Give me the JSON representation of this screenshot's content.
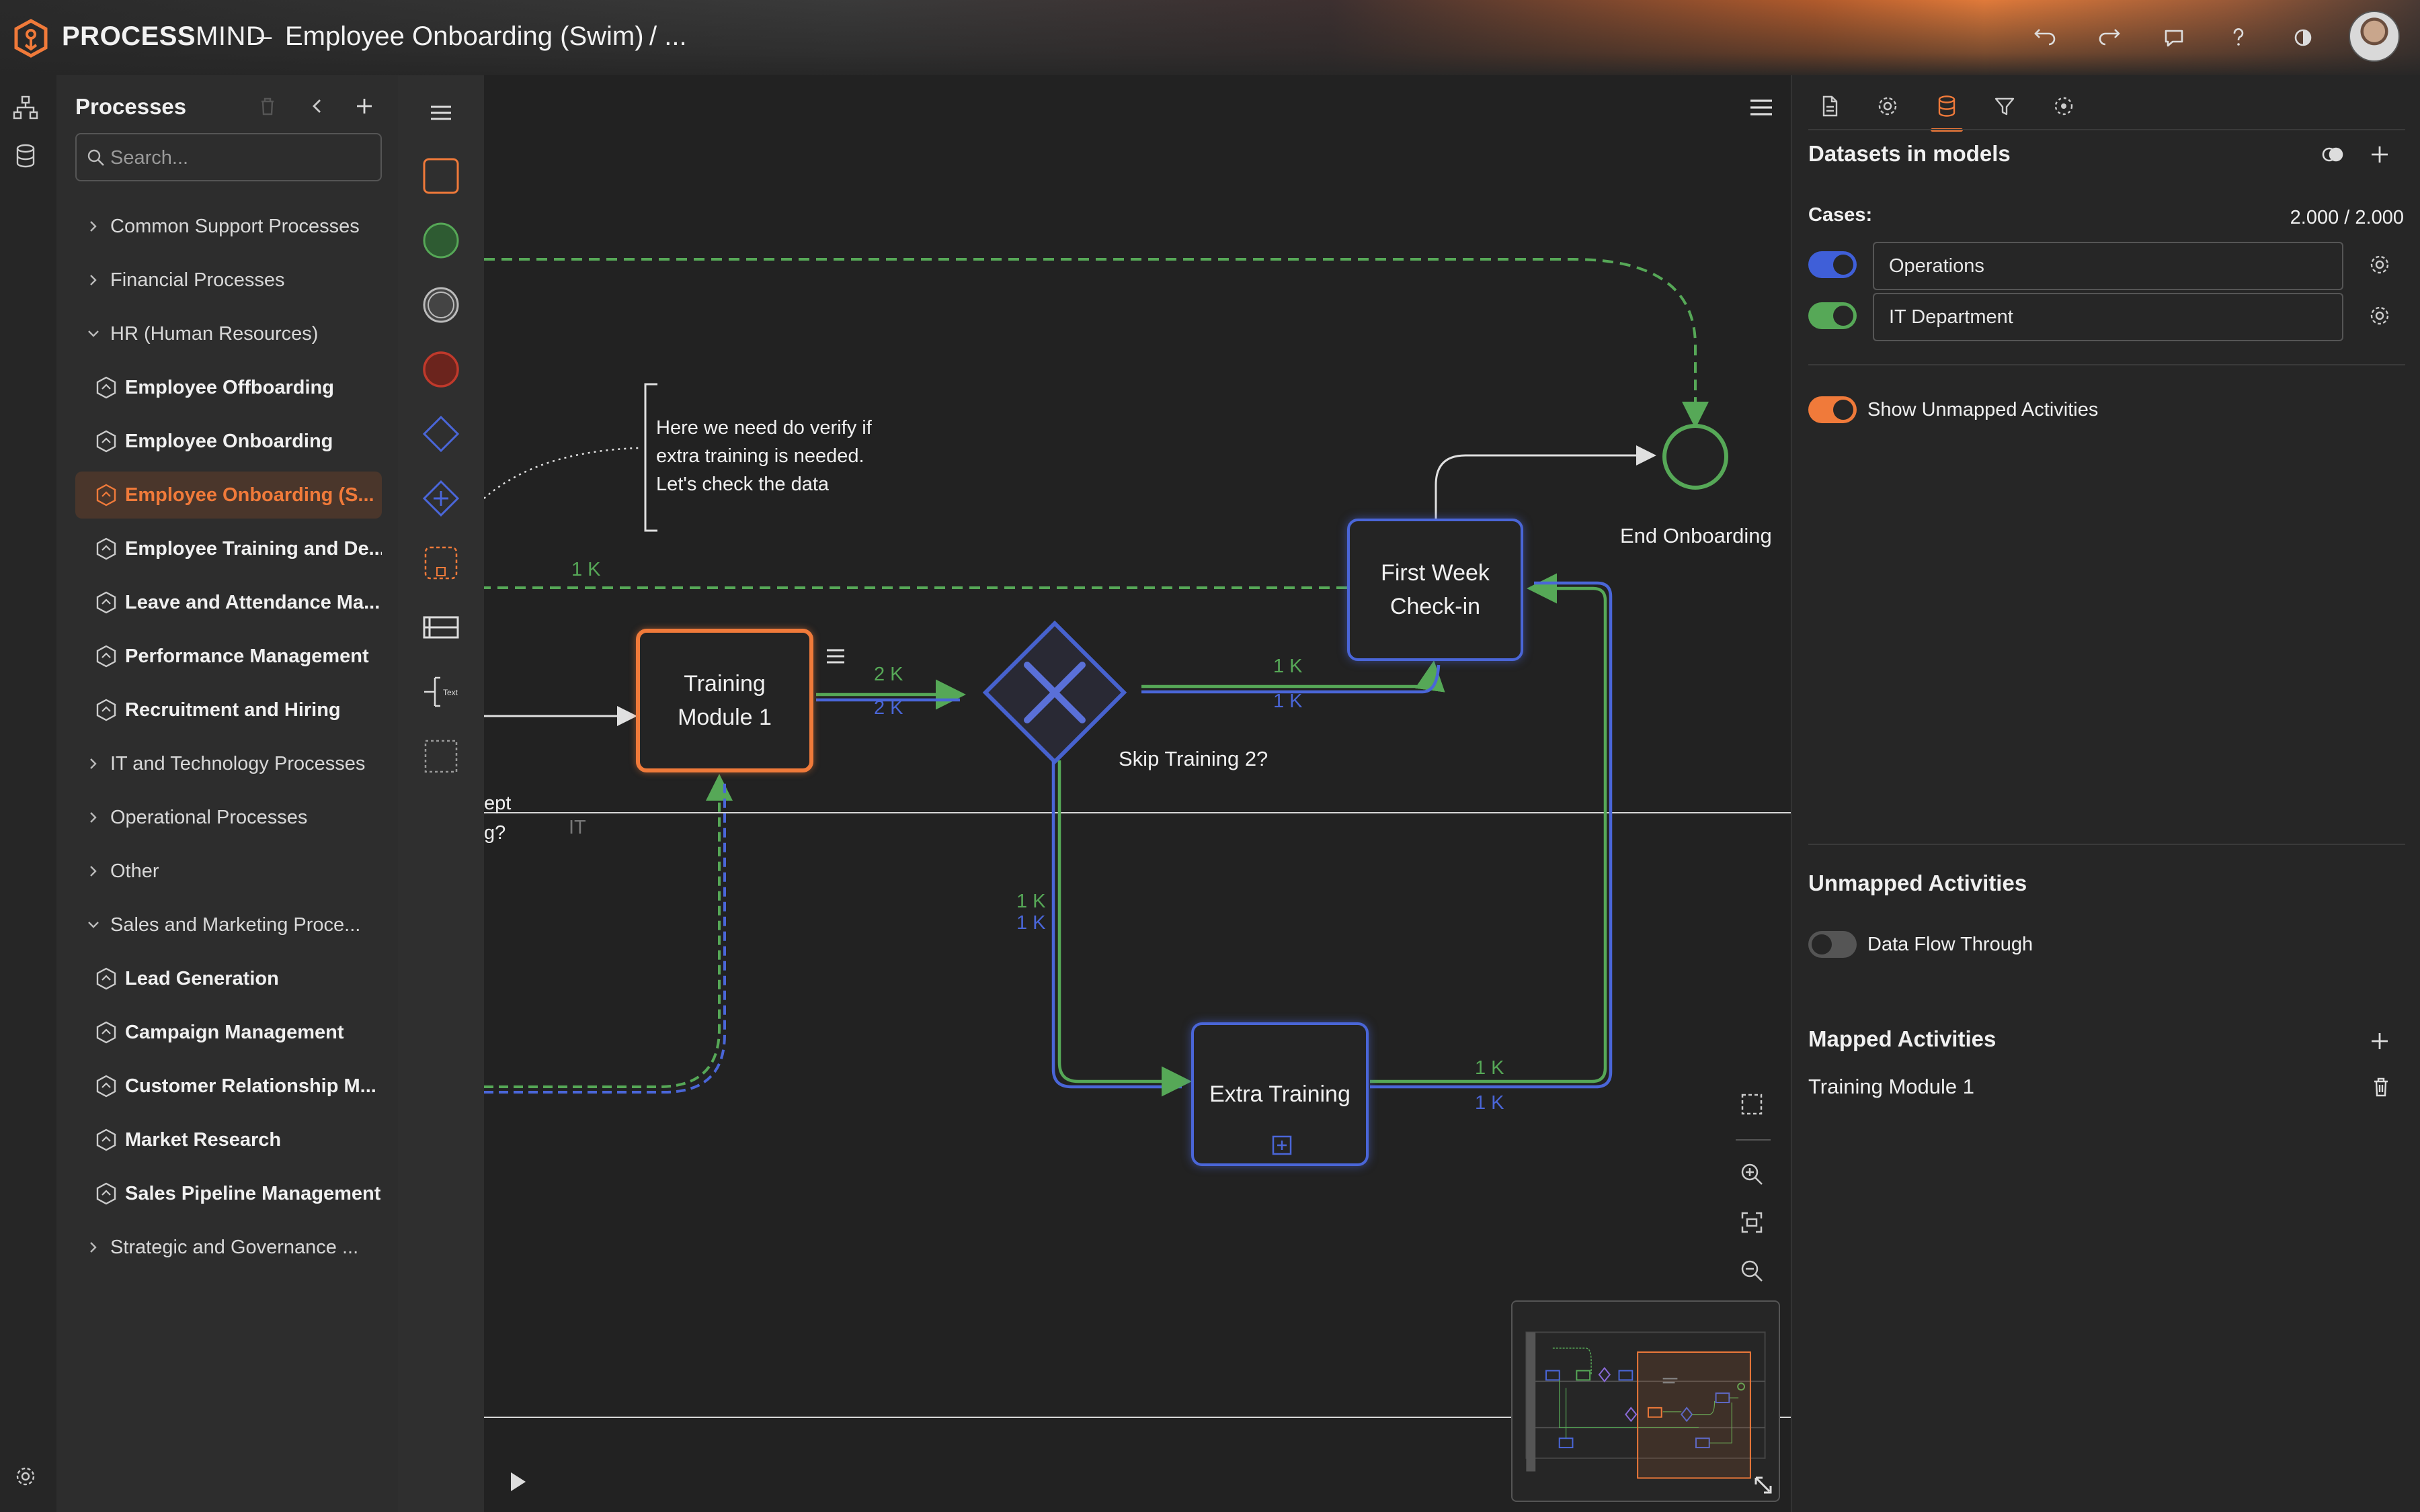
{
  "header": {
    "brand_bold": "PROCESS",
    "brand_light": "MIND",
    "separator": "–",
    "title": "Employee Onboarding (Swim)",
    "breadcrumb": "/ ..."
  },
  "sidebar": {
    "title": "Processes",
    "search_placeholder": "Search...",
    "items": [
      {
        "label": "Common Support Processes",
        "type": "folder",
        "expanded": false
      },
      {
        "label": "Financial Processes",
        "type": "folder",
        "expanded": false
      },
      {
        "label": "HR (Human Resources)",
        "type": "folder",
        "expanded": true
      },
      {
        "label": "Employee Offboarding",
        "type": "process"
      },
      {
        "label": "Employee Onboarding",
        "type": "process"
      },
      {
        "label": "Employee Onboarding (S...",
        "type": "process",
        "active": true
      },
      {
        "label": "Employee Training and De...",
        "type": "process"
      },
      {
        "label": "Leave and Attendance Ma...",
        "type": "process"
      },
      {
        "label": "Performance Management",
        "type": "process"
      },
      {
        "label": "Recruitment and Hiring",
        "type": "process"
      },
      {
        "label": "IT and Technology Processes",
        "type": "folder",
        "expanded": false
      },
      {
        "label": "Operational Processes",
        "type": "folder",
        "expanded": false
      },
      {
        "label": "Other",
        "type": "folder",
        "expanded": false
      },
      {
        "label": "Sales and Marketing Proce...",
        "type": "folder",
        "expanded": true
      },
      {
        "label": "Lead Generation",
        "type": "process"
      },
      {
        "label": "Campaign Management",
        "type": "process"
      },
      {
        "label": "Customer Relationship M...",
        "type": "process"
      },
      {
        "label": "Market Research",
        "type": "process"
      },
      {
        "label": "Sales Pipeline Management",
        "type": "process"
      },
      {
        "label": "Strategic and Governance ...",
        "type": "folder",
        "expanded": false
      }
    ]
  },
  "canvas": {
    "annotation": [
      "Here we need do verify if",
      "extra training is needed.",
      "Let's check the data"
    ],
    "nodes": {
      "training_module": [
        "Training",
        "Module 1"
      ],
      "first_week": [
        "First Week",
        "Check-in"
      ],
      "extra_training": "Extra Training",
      "end_event": "End Onboarding",
      "gateway": "Skip Training 2?"
    },
    "flows": {
      "top_1k": "1 K",
      "tm_green": "2 K",
      "tm_blue": "2 K",
      "gw_green": "1 K",
      "gw_blue": "1 K",
      "down_green": "1 K",
      "down_blue": "1 K",
      "et_green": "1 K",
      "et_blue": "1 K"
    },
    "lane_label": "IT",
    "clipped_text": [
      "ept",
      "g?"
    ]
  },
  "colors": {
    "accent": "#f07a3a",
    "green": "#56a857",
    "blue": "#4a66d8",
    "red": "#c0392b"
  },
  "right_panel": {
    "datasets_title": "Datasets in models",
    "cases_label": "Cases:",
    "cases_value": "2.000 / 2.000",
    "datasets": [
      {
        "name": "Operations",
        "color": "#3f5fd8"
      },
      {
        "name": "IT Department",
        "color": "#56a857"
      }
    ],
    "show_unmapped": "Show Unmapped Activities",
    "unmapped_title": "Unmapped Activities",
    "data_flow": "Data Flow Through",
    "mapped_title": "Mapped Activities",
    "mapped_items": [
      "Training Module 1"
    ]
  }
}
